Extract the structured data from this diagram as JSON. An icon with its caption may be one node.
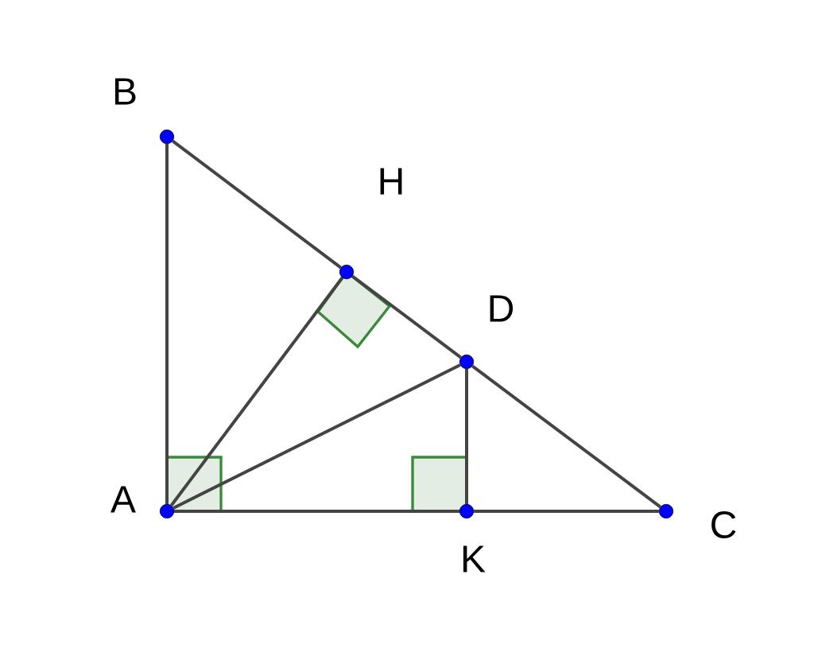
{
  "diagram": {
    "nodes": [
      {
        "text": [
          "B"
        ]
      },
      {
        "text": [
          "H"
        ]
      },
      {
        "text": [
          "D"
        ]
      },
      {
        "text": [
          "A"
        ]
      },
      {
        "text": [
          "K"
        ]
      },
      {
        "text": [
          "C"
        ]
      }
    ],
    "edges": [
      {
        "from": 0,
        "to": 3,
        "arrow": "none"
      },
      {
        "from": 0,
        "to": 1,
        "arrow": "none"
      },
      {
        "from": 1,
        "to": 2,
        "arrow": "none"
      },
      {
        "from": 2,
        "to": 5,
        "arrow": "none"
      },
      {
        "from": 3,
        "to": 4,
        "arrow": "none"
      },
      {
        "from": 4,
        "to": 5,
        "arrow": "none"
      },
      {
        "from": 3,
        "to": 1,
        "arrow": "none"
      },
      {
        "from": 3,
        "to": 2,
        "arrow": "none"
      },
      {
        "from": 2,
        "to": 4,
        "arrow": "none"
      }
    ]
  }
}
